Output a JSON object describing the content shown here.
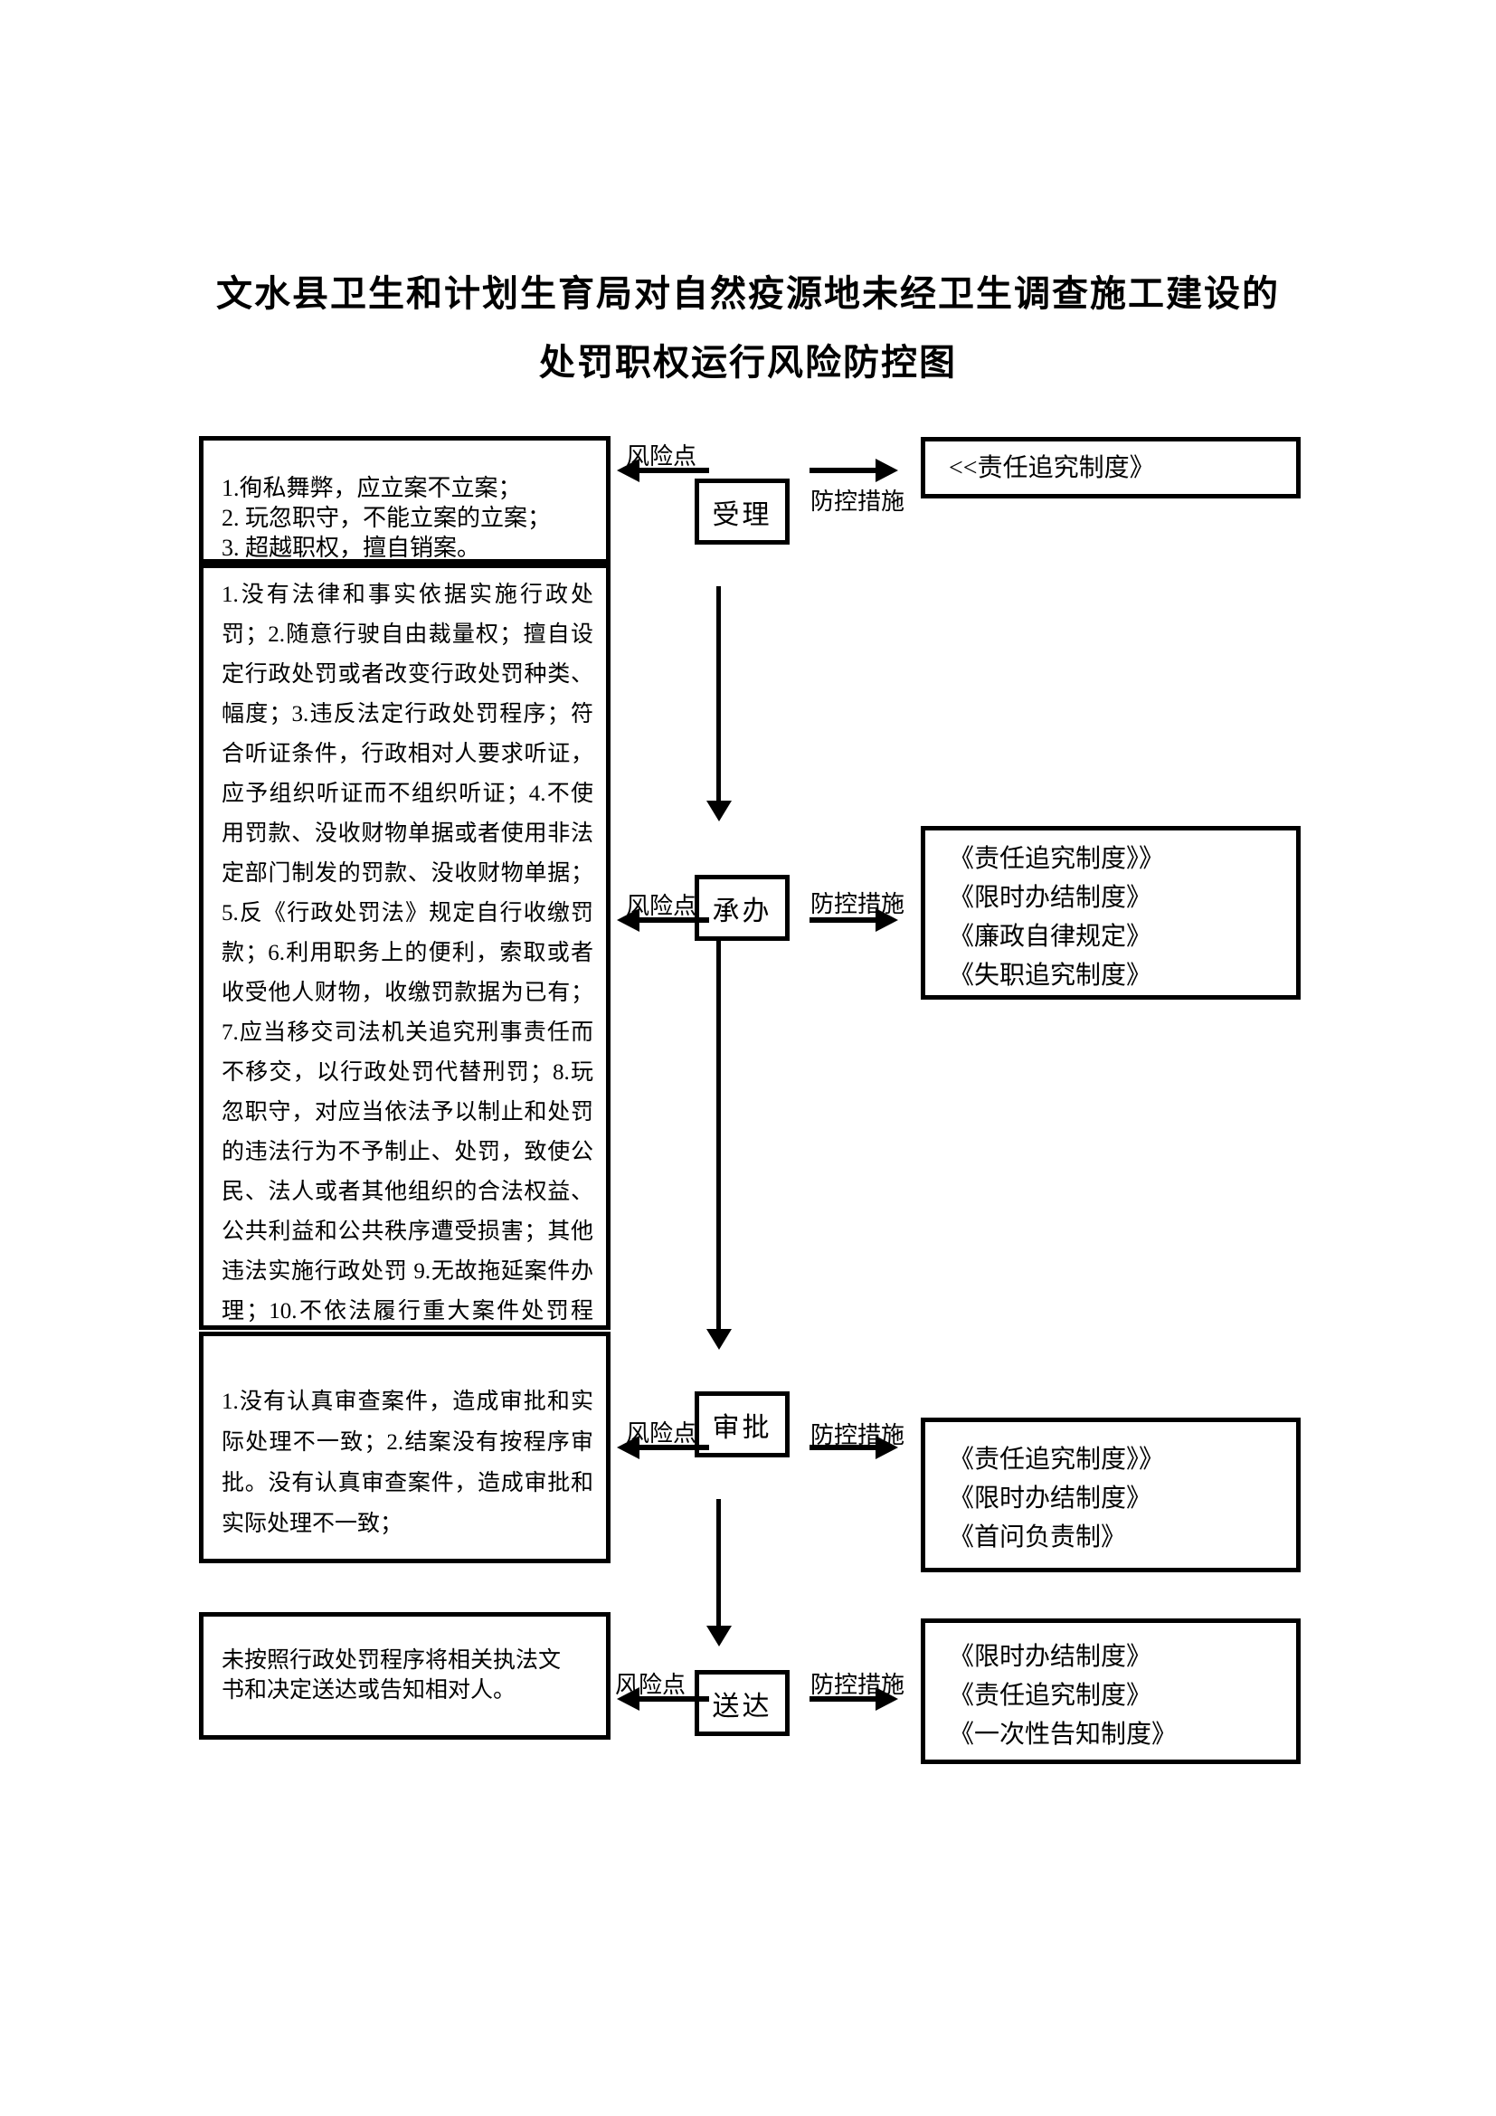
{
  "page": {
    "title_line1": "文水县卫生和计划生育局对自然疫源地未经卫生调查施工建设的",
    "title_line2": "处罚职权运行风险防控图"
  },
  "labels": {
    "risk_point": "风险点",
    "control_measures": "防控措施"
  },
  "sections": [
    {
      "step": "受理",
      "risk_lines": [
        "1.徇私舞弊，应立案不立案；",
        "2. 玩忽职守，不能立案的立案；",
        "3. 超越职权，擅自销案。"
      ],
      "measure_lines": [
        "<<责任追究制度》"
      ]
    },
    {
      "step": "承办",
      "risk_lines": [
        "1.没有法律和事实依据实施行政处",
        "罚；2.随意行驶自由裁量权；擅自设",
        "定行政处罚或者改变行政处罚种类、",
        "幅度；3.违反法定行政处罚程序；符",
        "合听证条件，行政相对人要求听证，",
        "应予组织听证而不组织听证；4.不使",
        "用罚款、没收财物单据或者使用非法",
        "定部门制发的罚款、没收财物单据；",
        "5.反《行政处罚法》规定自行收缴罚",
        "款；6.利用职务上的便利，索取或者",
        "收受他人财物，收缴罚款据为已有；",
        "7.应当移交司法机关追究刑事责任而",
        "不移交，以行政处罚代替刑罚；8.玩",
        "忽职守，对应当依法予以制止和处罚",
        "的违法行为不予制止、处罚，致使公",
        "民、法人或者其他组织的合法权益、",
        "公共利益和公共秩序遭受损害；其他",
        "违法实施行政处罚 9.无故拖延案件办",
        "理；10.不依法履行重大案件处罚程"
      ],
      "measure_lines": [
        "《责任追究制度》》",
        "《限时办结制度》",
        "《廉政自律规定》",
        "《失职追究制度》"
      ]
    },
    {
      "step": "审批",
      "risk_lines": [
        "1.没有认真审查案件，造成审批和实",
        "际处理不一致；2.结案没有按程序审",
        "批。没有认真审查案件，造成审批和",
        "实际处理不一致；"
      ],
      "measure_lines": [
        "《责任追究制度》》",
        "《限时办结制度》",
        "《首问负责制》"
      ]
    },
    {
      "step": "送达",
      "risk_lines": [
        "未按照行政处罚程序将相关执法文",
        "书和决定送达或告知相对人。"
      ],
      "measure_lines": [
        "《限时办结制度》",
        "《责任追究制度》",
        "《一次性告知制度》"
      ]
    }
  ]
}
